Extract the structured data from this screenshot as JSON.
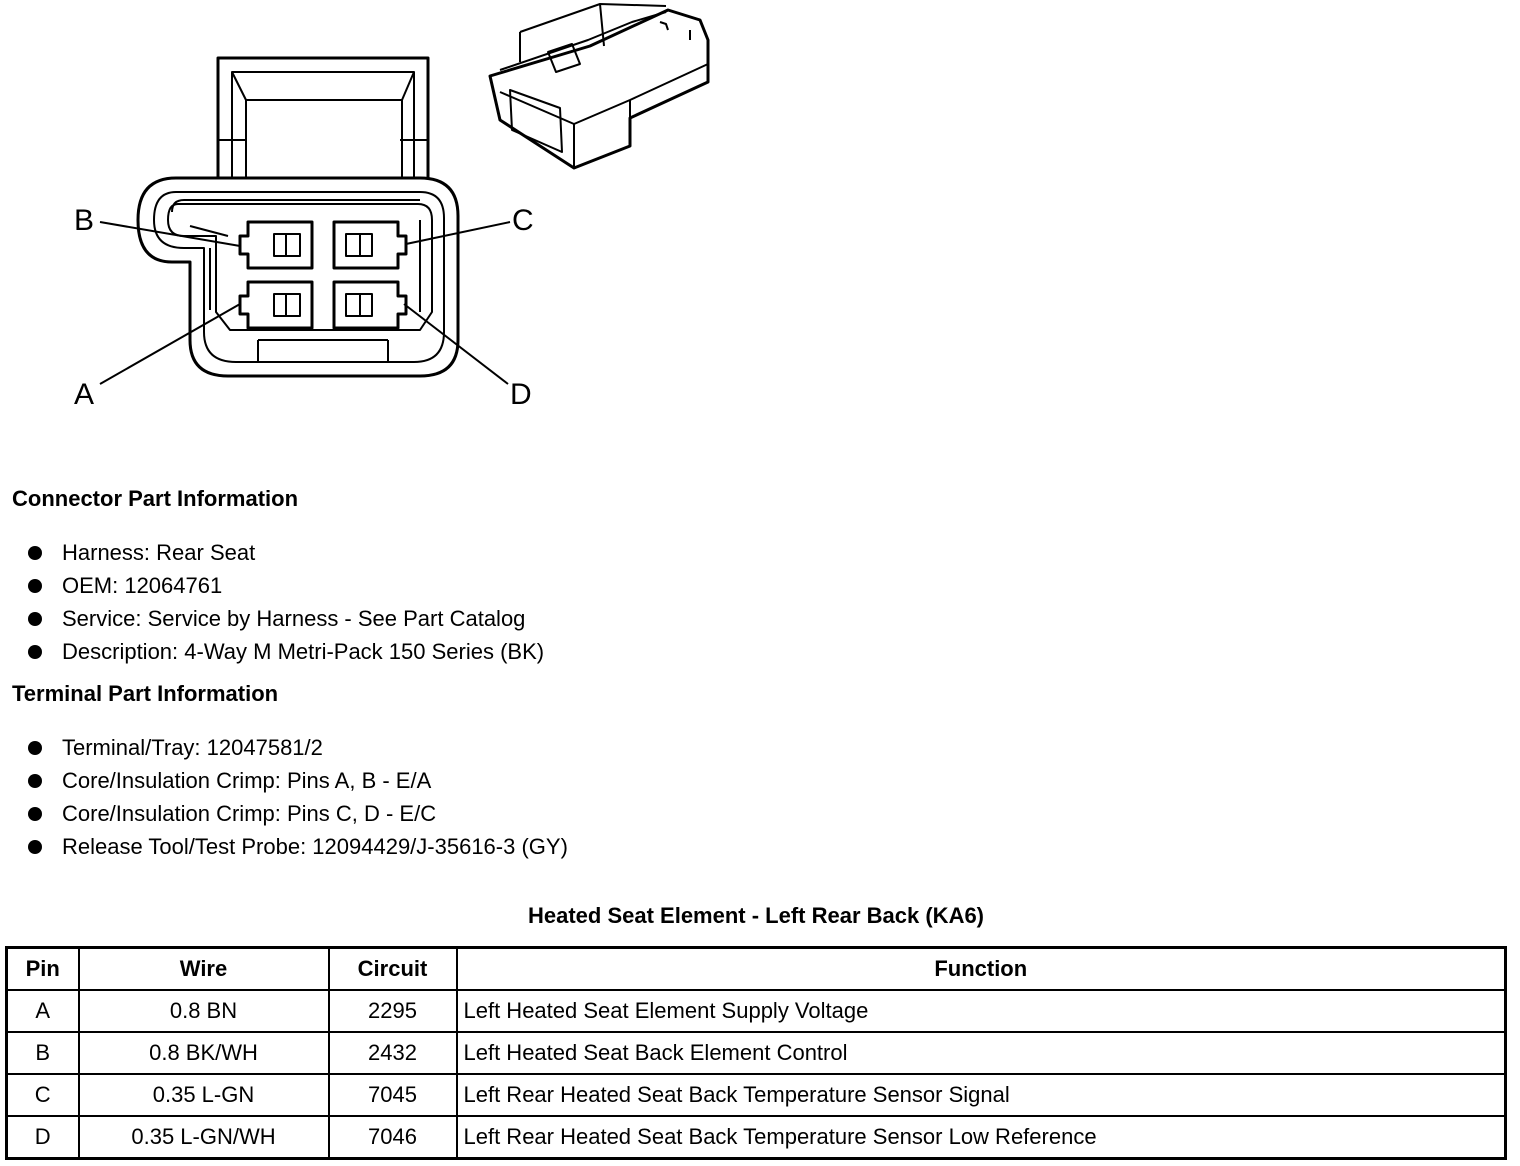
{
  "pins": {
    "a": "A",
    "b": "B",
    "c": "C",
    "d": "D"
  },
  "connector_section": {
    "title": "Connector Part Information",
    "items": [
      "Harness: Rear Seat",
      "OEM: 12064761",
      "Service: Service by Harness - See Part Catalog",
      "Description: 4-Way M Metri-Pack 150 Series (BK)"
    ]
  },
  "terminal_section": {
    "title": "Terminal Part Information",
    "items": [
      "Terminal/Tray: 12047581/2",
      "Core/Insulation Crimp: Pins A, B - E/A",
      "Core/Insulation Crimp: Pins C, D - E/C",
      "Release Tool/Test Probe: 12094429/J-35616-3 (GY)"
    ]
  },
  "table": {
    "title": "Heated Seat Element - Left Rear Back (KA6)",
    "headers": [
      "Pin",
      "Wire",
      "Circuit",
      "Function"
    ],
    "rows": [
      [
        "A",
        "0.8 BN",
        "2295",
        "Left Heated Seat Element Supply Voltage"
      ],
      [
        "B",
        "0.8 BK/WH",
        "2432",
        "Left Heated Seat Back Element Control"
      ],
      [
        "C",
        "0.35 L-GN",
        "7045",
        "Left Rear Heated Seat Back Temperature Sensor Signal"
      ],
      [
        "D",
        "0.35 L-GN/WH",
        "7046",
        "Left Rear Heated Seat Back Temperature Sensor Low Reference"
      ]
    ]
  }
}
